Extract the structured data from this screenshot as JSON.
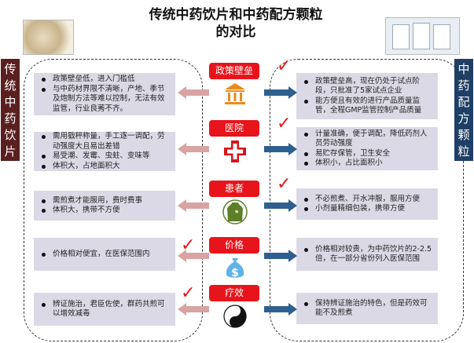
{
  "title": {
    "line1": "传统中药饮片和中药配方颗粒",
    "line2": "的对比"
  },
  "left_label": "传统中药饮片",
  "right_label": "中药配方颗粒",
  "colors": {
    "accent_red": "#e8141b",
    "left_label_bg": "#5a2020",
    "right_label_bg": "#1f3f66",
    "left_arrow": "#d9a3a3",
    "right_arrow": "#2f5f8f",
    "box_bg": "#dcd9e6"
  },
  "categories": [
    {
      "label": "政策壁垒",
      "icon": "bank-building-icon",
      "winner": "right",
      "left": [
        "政策壁垒低，进入门槛低",
        "与中药材界限不清晰，产地、季节及炮制方法等难以控制，无法有效监管，行业良莠不齐。"
      ],
      "right": [
        "政策壁垒高，现在仍处于试点阶段，只批准了5家试点企业",
        "能方便且有效的进行产品质量监管，全程GMP监管控制产品质量"
      ]
    },
    {
      "label": "医院",
      "icon": "hospital-cross-icon",
      "winner": "right",
      "left": [
        "需用戥秤称量，手工逐一调配，劳动强度大且易出差错",
        "易受潮、发霉、虫蛀、变味等",
        "体积大，占地面积大"
      ],
      "right": [
        "计量准确，便于调配，降低药剂人员劳动强度",
        "易贮存保管，卫生安全",
        "体积小，占比面积小"
      ]
    },
    {
      "label": "患者",
      "icon": "patient-body-icon",
      "winner": "right",
      "left": [
        "需煎煮才能服用，费时费事",
        "体积大，携带不方便"
      ],
      "right": [
        "不必煎煮、开水冲服，服用方便",
        "小剂量精细包装，携带方便"
      ]
    },
    {
      "label": "价格",
      "icon": "money-bag-icon",
      "winner": "left",
      "left": [
        "价格相对便宜，在医保范围内"
      ],
      "right": [
        "价格相对较贵，为中药饮片的2-2.5倍，在一部分省份列入医保范围"
      ]
    },
    {
      "label": "疗效",
      "icon": "yin-yang-icon",
      "winner": "left",
      "left": [
        "辨证施治，君臣佐使，群药共煎可以增效减毒"
      ],
      "right": [
        "保持辨证施治的特色，但是药效可能不及煎煮"
      ]
    }
  ]
}
